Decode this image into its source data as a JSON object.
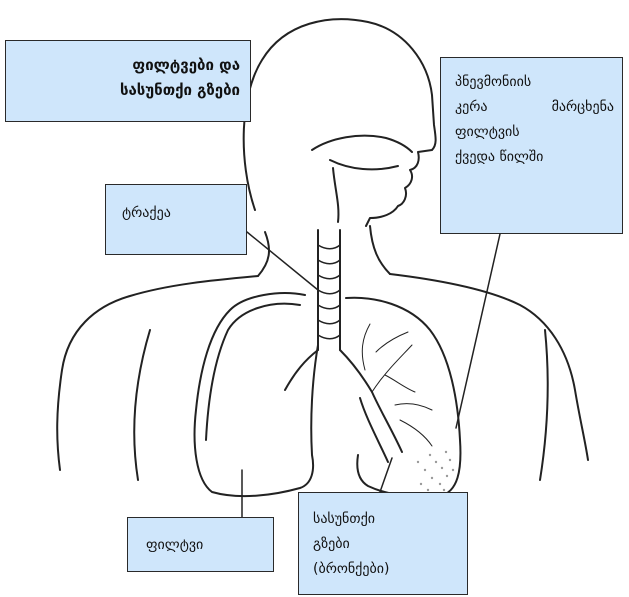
{
  "diagram": {
    "title_box": {
      "lines": [
        "ფილტვები და",
        "სასუნთქი გზები"
      ]
    },
    "pneumonia_box": {
      "lines": [
        "პნევმონიის",
        "კერა მარცხენა",
        "ფილტვის",
        "ქვედა წილში"
      ]
    },
    "trachea_box": {
      "label": "ტრაქეა"
    },
    "lungs_box": {
      "label": "ფილტვი"
    },
    "bronchi_box": {
      "lines": [
        "სასუნთქი",
        "გზები",
        "(ბრონქები)"
      ]
    },
    "colors": {
      "label_fill": "#cfe6fb",
      "outline": "#222222",
      "infection": "#9a9a9a"
    }
  }
}
